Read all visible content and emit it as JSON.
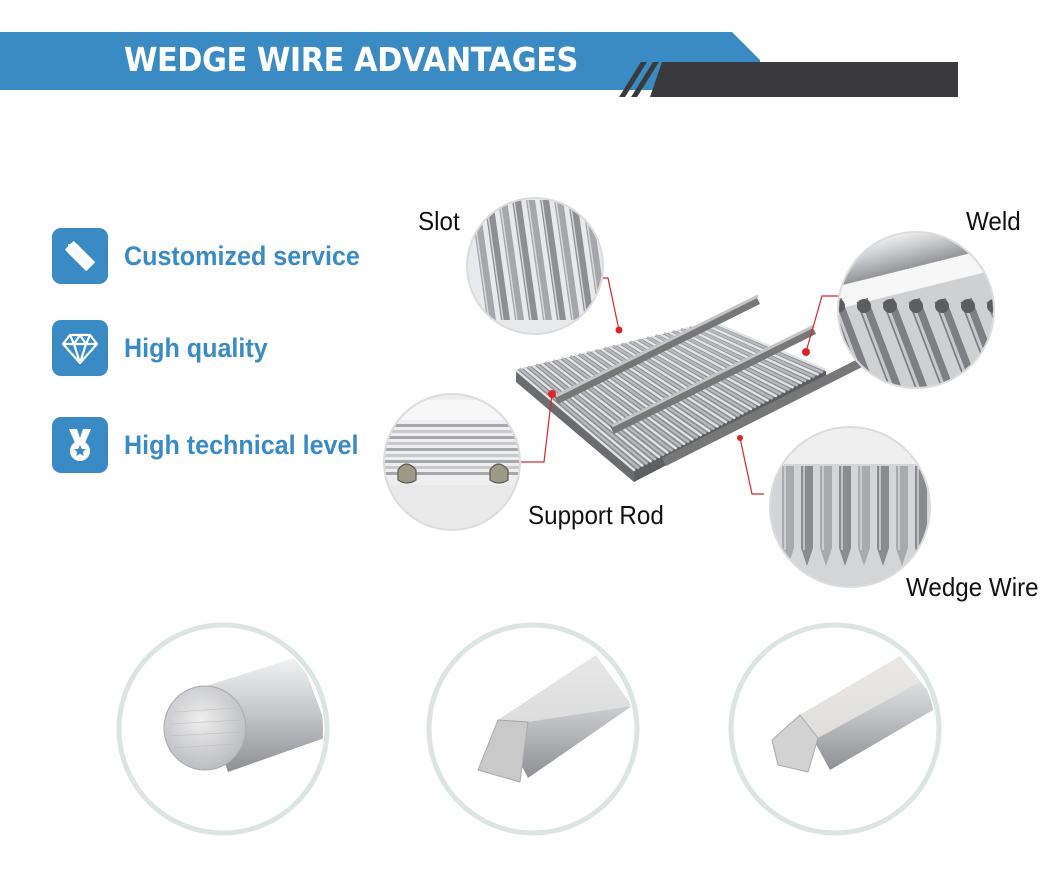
{
  "header": {
    "title": "WEDGE WIRE ADVANTAGES"
  },
  "colors": {
    "brand_blue": "#3a8bc4",
    "dark_bar": "#3a3a3c",
    "callout_red": "#d9262b"
  },
  "advantages": [
    {
      "label": "Customized service",
      "icon": "pencil-ruler-icon"
    },
    {
      "label": "High quality",
      "icon": "diamond-icon"
    },
    {
      "label": "High technical level",
      "icon": "medal-icon"
    }
  ],
  "diagram": {
    "callouts": {
      "slot": "Slot",
      "weld": "Weld",
      "support_rod": "Support Rod",
      "wedge_wire": "Wedge Wire"
    }
  },
  "profiles": [
    {
      "icon": "round-rod-profile-icon"
    },
    {
      "icon": "triangle-wire-profile-icon"
    },
    {
      "icon": "trapezoid-wire-profile-icon"
    }
  ]
}
